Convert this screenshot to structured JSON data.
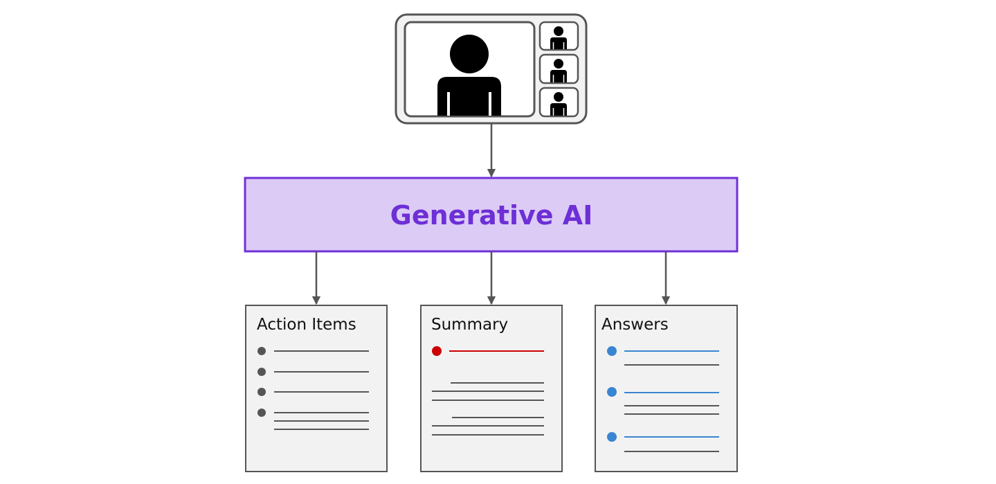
{
  "processor": {
    "label": "Generative AI"
  },
  "video_call": {
    "main_participant_icon": "person-icon",
    "thumbnail_icon": "person-icon",
    "thumbnail_count": 3
  },
  "outputs": [
    {
      "title": "Action Items",
      "icon": "bullet-list-icon"
    },
    {
      "title": "Summary",
      "icon": "summary-document-icon"
    },
    {
      "title": "Answers",
      "icon": "answer-list-icon"
    }
  ],
  "colors": {
    "ai_fill": "#dccbf5",
    "ai_border": "#7030d8",
    "ai_text": "#6d2fd6",
    "connector": "#555555",
    "doc_fill": "#f2f2f2",
    "doc_border": "#555555",
    "screen_fill": "#f2f2f2",
    "highlight_red": "#cc0000",
    "answer_blue": "#3a85d2",
    "person": "#000000"
  }
}
